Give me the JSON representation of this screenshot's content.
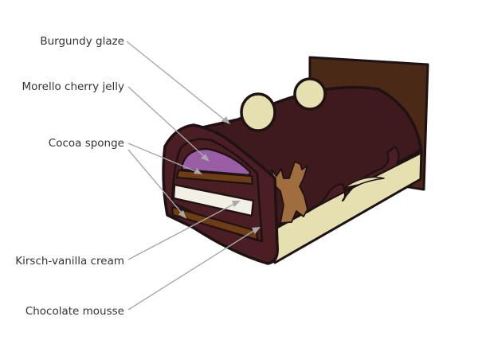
{
  "labels": {
    "burgundy_glaze": "Burgundy glaze",
    "morello_cherry_jelly": "Morello cherry jelly",
    "cocoa_sponge": "Cocoa sponge",
    "kirsch_vanilla_cream": "Kirsch-vanilla cream",
    "chocolate_mousse": "Chocolate mousse"
  },
  "colors": {
    "outline": "#1e1214",
    "glaze": "#4a1e22",
    "glaze_top": "#3f1a1d",
    "back_panel": "#4a2a16",
    "cream": "#e6dfb0",
    "jelly": "#9a5ea6",
    "sponge": "#6e3d14",
    "vanilla_cream": "#f2efe5",
    "deer": "#a06d3f",
    "pointer": "#a8a8a8"
  }
}
